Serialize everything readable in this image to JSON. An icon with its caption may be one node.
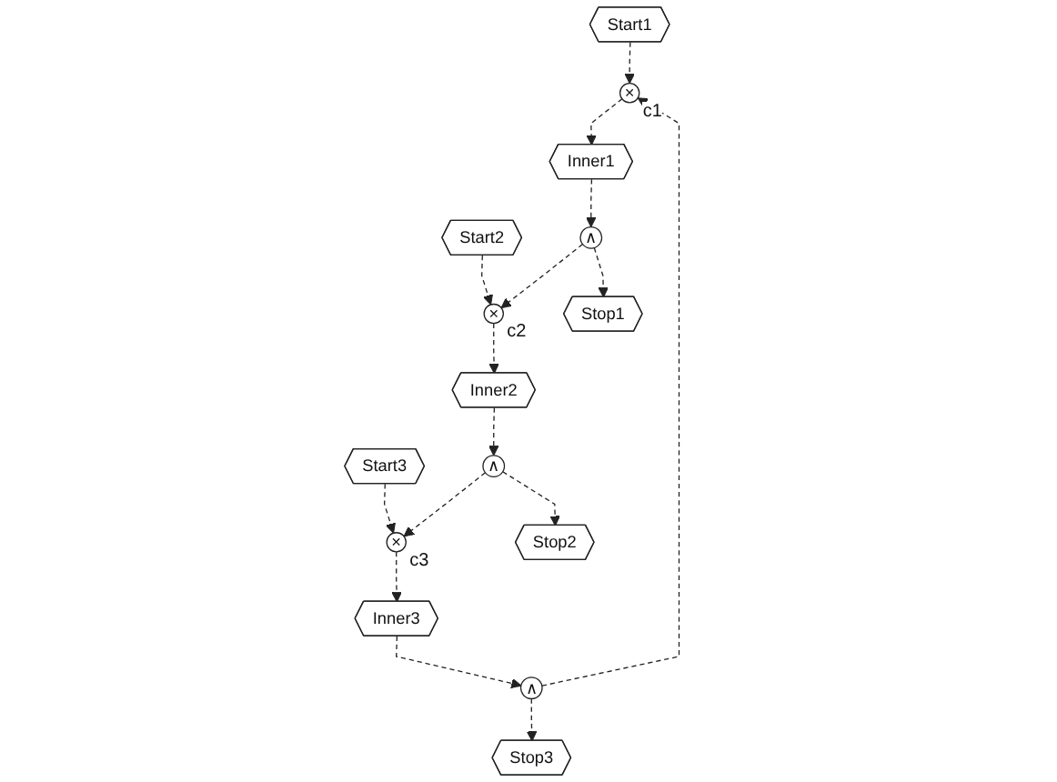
{
  "diagram": {
    "nodes": [
      {
        "text": [
          "Start1"
        ]
      },
      {
        "text": [
          "Start2"
        ]
      },
      {
        "text": [
          "Start3"
        ]
      },
      {
        "text": [
          "×"
        ],
        "beside": [
          "c1"
        ]
      },
      {
        "text": [
          "×"
        ],
        "beside": [
          "c2"
        ]
      },
      {
        "text": [
          "×"
        ],
        "beside": [
          "c3"
        ]
      },
      {
        "text": [
          "Inner1"
        ]
      },
      {
        "text": [
          "Inner2"
        ]
      },
      {
        "text": [
          "Inner3"
        ]
      },
      {
        "text": [
          "∧"
        ]
      },
      {
        "text": [
          "∧"
        ]
      },
      {
        "text": [
          "∧"
        ]
      },
      {
        "text": [
          "Stop1"
        ]
      },
      {
        "text": [
          "Stop2"
        ]
      },
      {
        "text": [
          "Stop3"
        ]
      }
    ],
    "edges": [
      {
        "from": 0,
        "to": 3,
        "arrow": "to",
        "style": "dashed"
      },
      {
        "from": 3,
        "to": 6,
        "arrow": "to",
        "style": "dashed"
      },
      {
        "from": 6,
        "to": 9,
        "arrow": "to",
        "style": "dashed"
      },
      {
        "from": 9,
        "to": 12,
        "arrow": "to",
        "style": "dashed"
      },
      {
        "from": 1,
        "to": 4,
        "arrow": "to",
        "style": "dashed"
      },
      {
        "from": 4,
        "to": 7,
        "arrow": "to",
        "style": "dashed"
      },
      {
        "from": 7,
        "to": 10,
        "arrow": "to",
        "style": "dashed"
      },
      {
        "from": 10,
        "to": 13,
        "arrow": "to",
        "style": "dashed"
      },
      {
        "from": 2,
        "to": 5,
        "arrow": "to",
        "style": "dashed"
      },
      {
        "from": 5,
        "to": 8,
        "arrow": "to",
        "style": "dashed"
      },
      {
        "from": 8,
        "to": 11,
        "arrow": "to",
        "style": "dashed"
      },
      {
        "from": 11,
        "to": 14,
        "arrow": "to",
        "style": "dashed"
      },
      {
        "from": 9,
        "to": 4,
        "arrow": "to",
        "style": "dashed"
      },
      {
        "from": 10,
        "to": 5,
        "arrow": "to",
        "style": "dashed"
      },
      {
        "from": 11,
        "to": 3,
        "arrow": "to",
        "style": "dashed"
      }
    ]
  }
}
